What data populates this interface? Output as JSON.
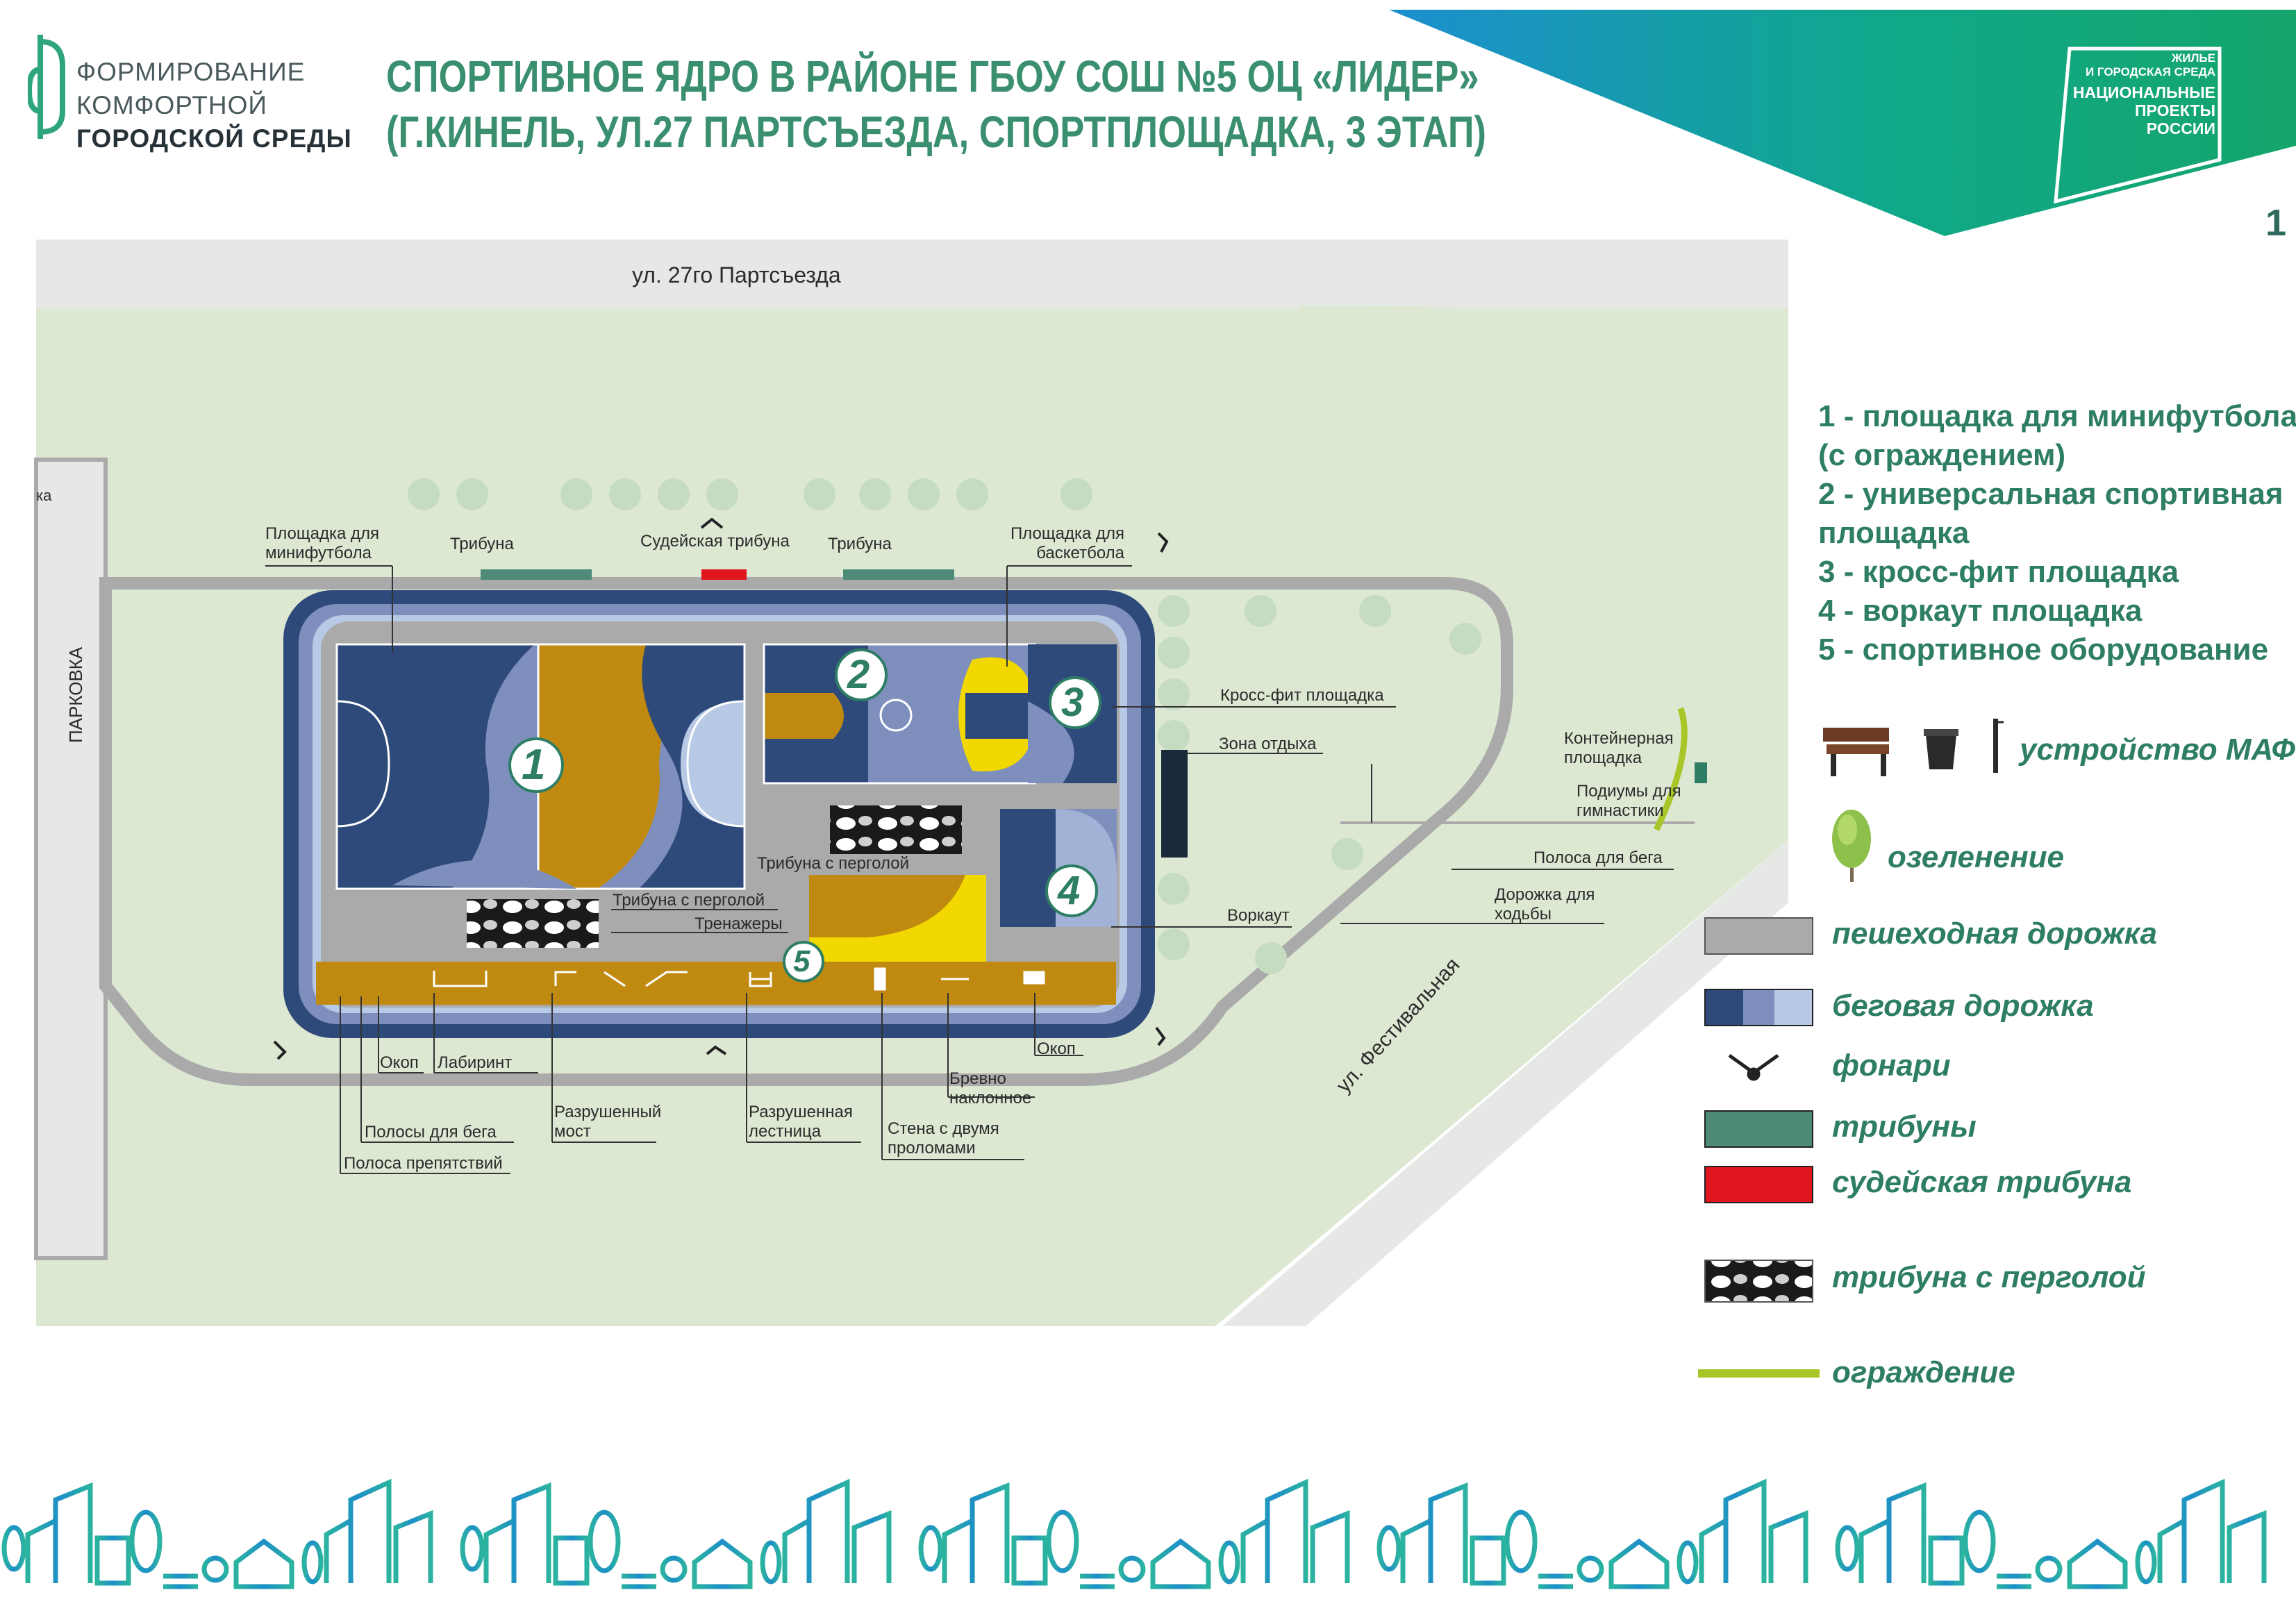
{
  "brand": {
    "line1": "ФОРМИРОВАНИЕ",
    "line2": "КОМФОРТНОЙ",
    "line3": "ГОРОДСКОЙ СРЕДЫ"
  },
  "title": {
    "line1": "СПОРТИВНОЕ ЯДРО В РАЙОНЕ ГБОУ СОШ №5 ОЦ «ЛИДЕР»",
    "line2": "(Г.КИНЕЛЬ, УЛ.27 ПАРТСЪЕЗДА, СПОРТПЛОЩАДКА, 3 ЭТАП)"
  },
  "badge": {
    "small1": "ЖИЛЬЕ",
    "small2": "И ГОРОДСКАЯ СРЕДА",
    "big1": "НАЦИОНАЛЬНЫЕ",
    "big2": "ПРОЕКТЫ",
    "big3": "РОССИИ"
  },
  "page_number": "1",
  "map": {
    "street_top": "ул. 27го Партсъезда",
    "street_diag": "ул. Фестивальная",
    "parking": "ПАРКОВКА",
    "edge_fragment": "ка",
    "zone_numbers": [
      "1",
      "2",
      "3",
      "4",
      "5"
    ],
    "labels": {
      "minifootball": [
        "Площадка для",
        "минифутбола"
      ],
      "tribune_left": "Трибуна",
      "judge_tribune": "Судейская трибуна",
      "tribune_right": "Трибуна",
      "basketball": [
        "Площадка для",
        "баскетбола"
      ],
      "crossfit": "Кросс-фит площадка",
      "rest_zone": "Зона отдыха",
      "container": [
        "Контейнерная",
        "площадка"
      ],
      "podiums": [
        "Подиумы для",
        "гимнастики"
      ],
      "running_strip": "Полоса для бега",
      "walking_path": [
        "Дорожка для",
        "ходьбы"
      ],
      "workout": "Воркаут",
      "pergola_tribune_1": "Трибуна с перголой",
      "pergola_tribune_2": "Трибуна с перголой",
      "trainers": "Тренажеры",
      "trench": "Окоп",
      "labyrinth": "Лабиринт",
      "running_lanes": "Полосы для бега",
      "obstacle_course": "Полоса препятствий",
      "ruined_bridge": [
        "Разрушенный",
        "мост"
      ],
      "ruined_stairs": [
        "Разрушенная",
        "лестница"
      ],
      "wall": [
        "Стена с двумя",
        "проломами"
      ],
      "log": [
        "Бревно",
        "наклонное"
      ],
      "trench2": "Окоп"
    }
  },
  "legend": {
    "items": [
      "1 - площадка для минифутбола",
      "(с ограждением)",
      "2 - универсальная спортивная",
      "площадка",
      "3 - кросс-фит площадка",
      "4 - воркаут площадка",
      "5 - спортивное оборудование"
    ],
    "maf": "устройство МАФ",
    "greening": "озеленение",
    "walkway": "пешеходная дорожка",
    "track": "беговая дорожка",
    "lamps": "фонари",
    "tribunes": "трибуны",
    "judge": "судейская трибуна",
    "pergola": "трибуна с перголой",
    "fence": "ограждение"
  },
  "colors": {
    "accent_green": "#2e7d65",
    "title_green": "#3a8f6f",
    "lawn": "#dde8d3",
    "road": "#e6e8e6",
    "walkway": "#a9aaa9",
    "track_dark": "#2e4a7a",
    "court_mid": "#7f8fbd",
    "court_light": "#b8c9e6",
    "ochre": "#c08a10",
    "yellow": "#f0d800",
    "tribune": "#4d8a77",
    "judge_red": "#e0161e",
    "fence": "#a8c628"
  }
}
